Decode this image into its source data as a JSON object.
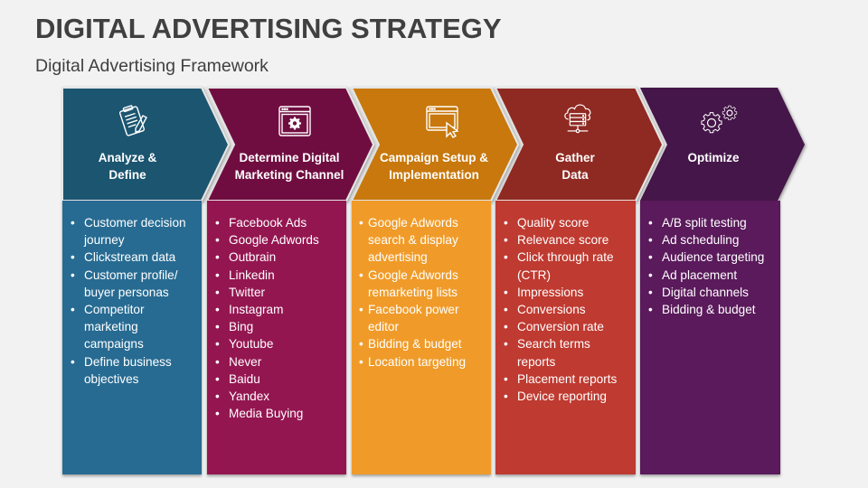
{
  "header": {
    "title": "DIGITAL ADVERTISING STRATEGY",
    "subtitle": "Digital Advertising Framework"
  },
  "steps": [
    {
      "title_line1": "Analyze &",
      "title_line2": "Define",
      "icon": "clipboard-pencil-icon",
      "header_color": "#1f5470",
      "body_color": "#276b92",
      "items": [
        "Customer decision journey",
        "Clickstream data",
        "Customer profile/ buyer personas",
        "Competitor marketing campaigns",
        "Define business objectives"
      ]
    },
    {
      "title_line1": "Determine Digital",
      "title_line2": "Marketing Channel",
      "icon": "browser-gear-icon",
      "header_color": "#6f1140",
      "body_color": "#941651",
      "items": [
        "Facebook Ads",
        "Google Adwords",
        "Outbrain",
        "Linkedin",
        "Twitter",
        "Instagram",
        "Bing",
        "Youtube",
        "Never",
        "Baidu",
        "Yandex",
        "Media Buying"
      ]
    },
    {
      "title_line1": "Campaign Setup &",
      "title_line2": "Implementation",
      "icon": "browser-cursor-icon",
      "header_color": "#c8780e",
      "body_color": "#f09b29",
      "items": [
        "Google Adwords search & display advertising",
        "Google Adwords remarketing lists",
        "Facebook power editor",
        "Bidding & budget",
        "Location targeting"
      ]
    },
    {
      "title_line1": "Gather",
      "title_line2": "Data",
      "icon": "cloud-database-icon",
      "header_color": "#8f2a24",
      "body_color": "#bf3a30",
      "items": [
        "Quality score",
        "Relevance score",
        "Click through rate (CTR)",
        "Impressions",
        "Conversions",
        "Conversion rate",
        "Search terms reports",
        "Placement reports",
        "Device reporting"
      ]
    },
    {
      "title_line1": "Optimize",
      "title_line2": "",
      "icon": "gears-icon",
      "header_color": "#441548",
      "body_color": "#5a1a5b",
      "items": [
        "A/B split testing",
        "Ad scheduling",
        "Audience targeting",
        "Ad placement",
        "Digital channels",
        "Bidding & budget"
      ]
    }
  ]
}
